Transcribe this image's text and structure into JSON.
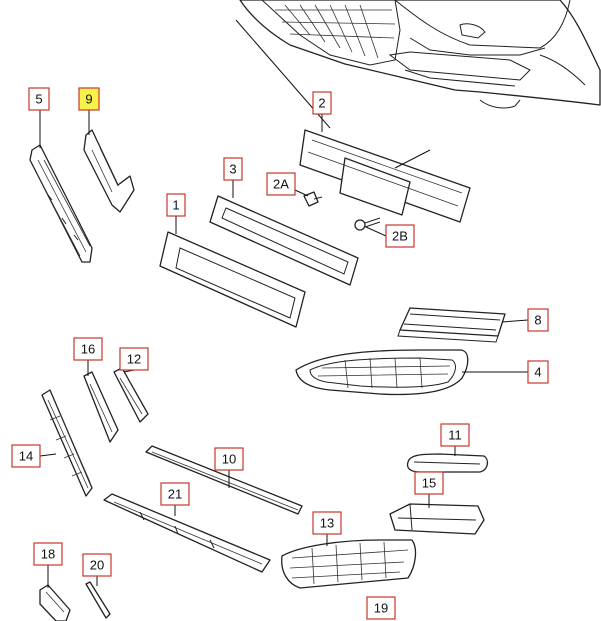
{
  "callouts": [
    {
      "id": "1",
      "label": "1",
      "highlighted": false
    },
    {
      "id": "2",
      "label": "2",
      "highlighted": false
    },
    {
      "id": "2A",
      "label": "2A",
      "highlighted": false
    },
    {
      "id": "2B",
      "label": "2B",
      "highlighted": false
    },
    {
      "id": "3",
      "label": "3",
      "highlighted": false
    },
    {
      "id": "4",
      "label": "4",
      "highlighted": false
    },
    {
      "id": "5",
      "label": "5",
      "highlighted": false
    },
    {
      "id": "8",
      "label": "8",
      "highlighted": false
    },
    {
      "id": "9",
      "label": "9",
      "highlighted": true
    },
    {
      "id": "10",
      "label": "10",
      "highlighted": false
    },
    {
      "id": "11",
      "label": "11",
      "highlighted": false
    },
    {
      "id": "12",
      "label": "12",
      "highlighted": false
    },
    {
      "id": "13",
      "label": "13",
      "highlighted": false
    },
    {
      "id": "14",
      "label": "14",
      "highlighted": false
    },
    {
      "id": "15",
      "label": "15",
      "highlighted": false
    },
    {
      "id": "16",
      "label": "16",
      "highlighted": false
    },
    {
      "id": "18",
      "label": "18",
      "highlighted": false
    },
    {
      "id": "19",
      "label": "19",
      "highlighted": false
    },
    {
      "id": "20",
      "label": "20",
      "highlighted": false
    },
    {
      "id": "21",
      "label": "21",
      "highlighted": false
    }
  ],
  "colors": {
    "callout_border": "#c8372d",
    "highlight_fill": "#f6f24a",
    "line": "#222222"
  }
}
